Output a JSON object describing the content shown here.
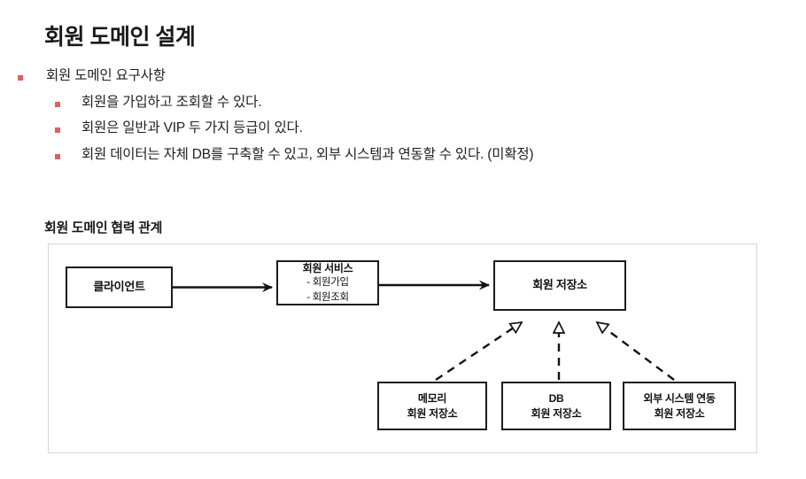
{
  "slide": {
    "title": "회원 도메인 설계",
    "section_heading": "회원 도메인 협력 관계",
    "bullets": [
      {
        "level": 1,
        "text": "회원 도메인 요구사항"
      },
      {
        "level": 2,
        "text": "회원을 가입하고 조회할 수 있다."
      },
      {
        "level": 2,
        "text": "회원은 일반과 VIP 두 가지 등급이 있다."
      },
      {
        "level": 2,
        "text": "회원 데이터는 자체 DB를 구축할 수 있고, 외부 시스템과 연동할 수 있다. (미확정)"
      }
    ],
    "bullet_color": "#e06060"
  },
  "diagram": {
    "frame_border_color": "#d6d6d6",
    "node_border_color": "#1c1c1c",
    "nodes": {
      "client": {
        "title": "클라이언트",
        "line2": "",
        "sub1": "",
        "sub2": ""
      },
      "service": {
        "title": "회원 서비스",
        "sub1": "- 회원가입",
        "sub2": "- 회원조회"
      },
      "repository": {
        "title": "회원 저장소",
        "line2": ""
      },
      "memory": {
        "title": "메모리",
        "line2": "회원 저장소"
      },
      "db": {
        "title": "DB",
        "line2": "회원 저장소"
      },
      "external": {
        "title": "외부 시스템 연동",
        "line2": "회원 저장소"
      }
    },
    "edges": [
      {
        "from": "client",
        "to": "service",
        "style": "solid-arrow"
      },
      {
        "from": "service",
        "to": "repository",
        "style": "solid-arrow"
      },
      {
        "from": "memory",
        "to": "repository",
        "style": "dashed-hollow-triangle"
      },
      {
        "from": "db",
        "to": "repository",
        "style": "dashed-hollow-triangle"
      },
      {
        "from": "external",
        "to": "repository",
        "style": "dashed-hollow-triangle"
      }
    ]
  }
}
